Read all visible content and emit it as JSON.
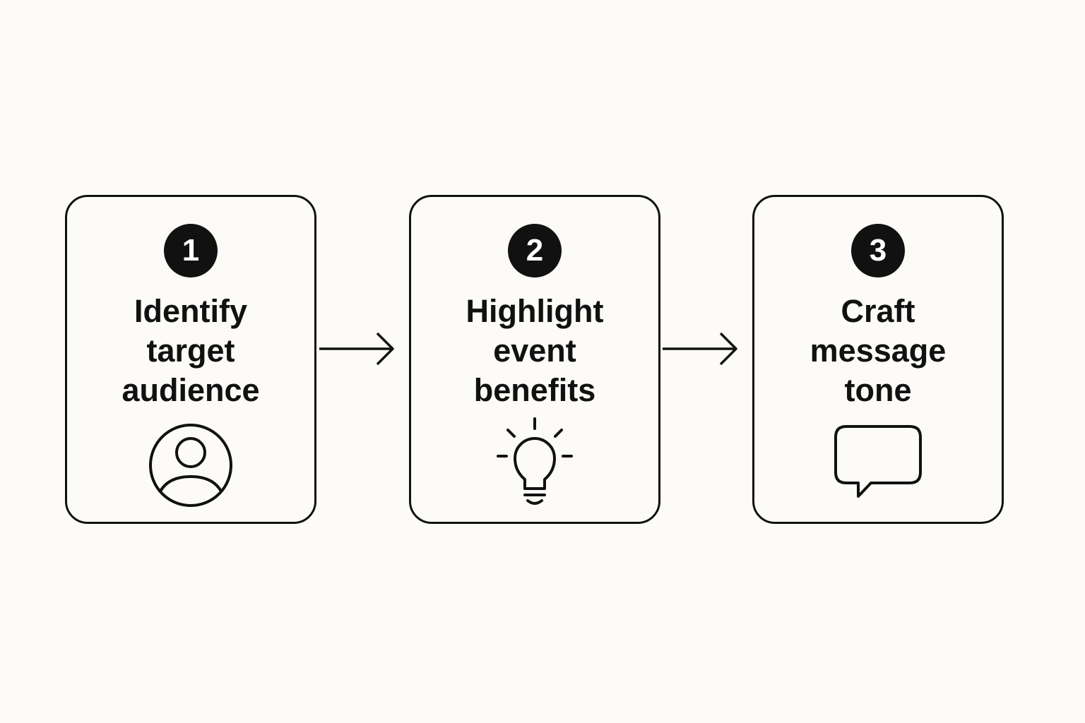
{
  "steps": [
    {
      "number": "1",
      "lines": [
        "Identify",
        "target",
        "audience"
      ],
      "icon": "user-circle-icon"
    },
    {
      "number": "2",
      "lines": [
        "Highlight",
        "event",
        "benefits"
      ],
      "icon": "lightbulb-icon"
    },
    {
      "number": "3",
      "lines": [
        "Craft",
        "message",
        "tone"
      ],
      "icon": "speech-bubble-icon"
    }
  ],
  "colors": {
    "stroke": "#111111",
    "background": "#fcfbf7"
  }
}
